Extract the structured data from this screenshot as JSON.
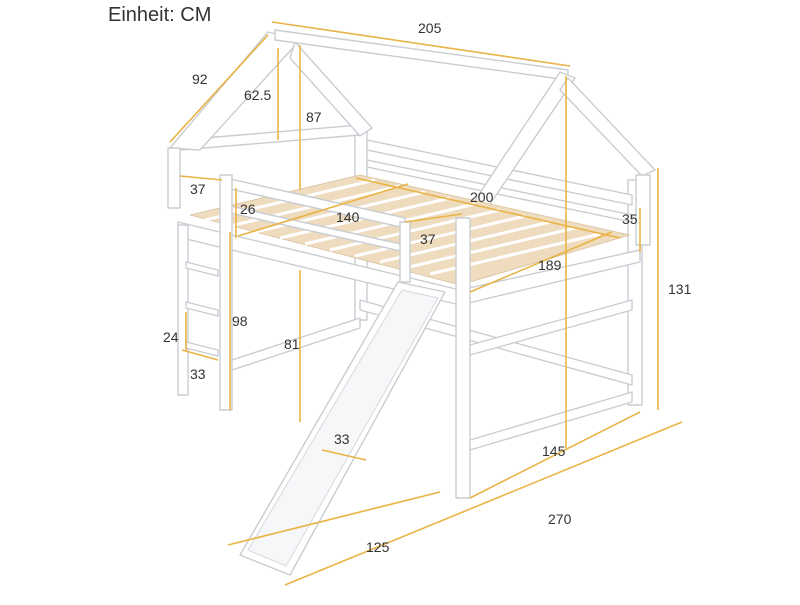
{
  "title": "Einheit: CM",
  "colors": {
    "dimension": "#e9b345",
    "frame_fill": "#ffffff",
    "frame_stroke": "#c9cdd2",
    "slats": "#efdcbf",
    "text": "#333333"
  },
  "dimensions": {
    "roof_length": "205",
    "roof_depth": "92",
    "roof_peak_height": "62.5",
    "peak_to_deck": "87",
    "rail_gap": "37",
    "rail_height": "26",
    "side_rail_length": "140",
    "mattress_length": "200",
    "slide_opening": "37",
    "back_rail_height": "35",
    "mattress_width": "189",
    "total_height": "131",
    "total_depth": "98",
    "ladder_step_height": "24",
    "ladder_width": "33",
    "under_clearance": "81",
    "slide_width": "33",
    "peak_to_floor": "145",
    "slide_length": "125",
    "total_length": "270"
  }
}
